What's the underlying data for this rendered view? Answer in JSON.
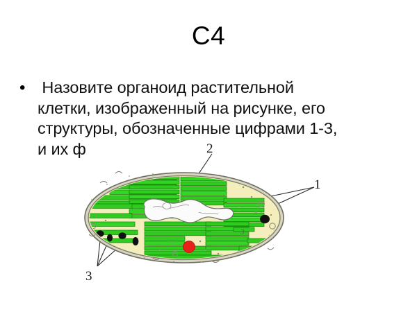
{
  "slide": {
    "title": "С4",
    "background_color": "#ffffff",
    "text_color": "#000000"
  },
  "body": {
    "bullet_marker": "•",
    "lines": [
      " Назовите органоид растительной",
      "клетки, изображенный на рисунке, его",
      "структуры, обозначенные цифрами 1-3,",
      "и их ф"
    ]
  },
  "figure": {
    "name": "chloroplast-diagram",
    "labels": [
      {
        "id": "1",
        "text": "1"
      },
      {
        "id": "2",
        "text": "2"
      },
      {
        "id": "3",
        "text": "3"
      }
    ],
    "inline_label": "3",
    "colors": {
      "stroma": "#f2edb8",
      "envelope": "#9a9a8e",
      "granum_green": "#2fcc1f",
      "granum_dark": "#1d9e12",
      "lipid_black": "#111111",
      "nucleoid_white": "#fbfbfb",
      "starch_red": "#e8221b",
      "leader_line": "#2a2a2a"
    }
  }
}
